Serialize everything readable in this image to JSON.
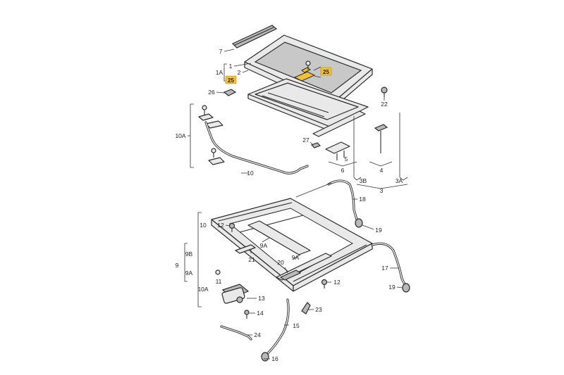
{
  "labels": {
    "l7": "7",
    "l1": "1",
    "l1A": "1A",
    "l2": "2",
    "l25a": "25",
    "l25b": "25",
    "l26": "26",
    "l22": "22",
    "l10A_top": "10A",
    "l10_top": "10",
    "l27": "27",
    "l5": "5",
    "l6": "6",
    "l4": "4",
    "l3B": "3B",
    "l3": "3",
    "l3A": "3A",
    "l18": "18",
    "l19a": "19",
    "l12a": "12",
    "l10_mid": "10",
    "l9A_a": "9A",
    "l21": "21",
    "l9B": "9B",
    "l9": "9",
    "l9A_side": "9A",
    "l9A_b": "9A",
    "l20": "20",
    "l11": "11",
    "l10A_mid": "10A",
    "l12b": "12",
    "l17": "17",
    "l19b": "19",
    "l13": "13",
    "l14": "14",
    "l23": "23",
    "l15": "15",
    "l24": "24",
    "l16": "16"
  },
  "highlight_color": "#f1c232"
}
